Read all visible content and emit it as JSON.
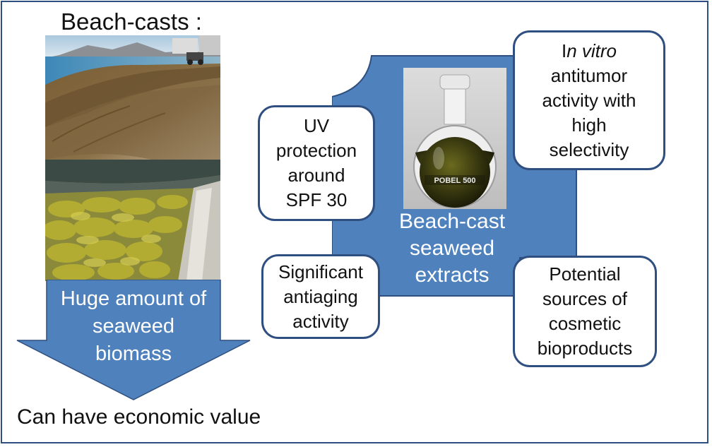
{
  "title": "Beach-casts :",
  "arrow": {
    "lines": [
      "Huge amount of",
      "seaweed",
      "biomass"
    ],
    "color": "#4f81bd"
  },
  "bottom_text": "Can have economic value",
  "center": {
    "lines": [
      "Beach-cast",
      "seaweed",
      "extracts"
    ],
    "color": "#4f81bd",
    "flask_label": "POBEL 500"
  },
  "boxes": {
    "uv": [
      "UV",
      "protection",
      "around",
      "SPF 30"
    ],
    "antitumor": {
      "prefix": "I",
      "italic": "n vitro",
      "lines": [
        "antitumor",
        "activity with",
        "high",
        "selectivity"
      ]
    },
    "antiaging": [
      "Significant",
      "antiaging",
      "activity"
    ],
    "cosmetic": [
      "Potential",
      "sources of",
      "cosmetic",
      "bioproducts"
    ]
  },
  "colors": {
    "border": "#2f4f80",
    "accent": "#4f81bd"
  }
}
